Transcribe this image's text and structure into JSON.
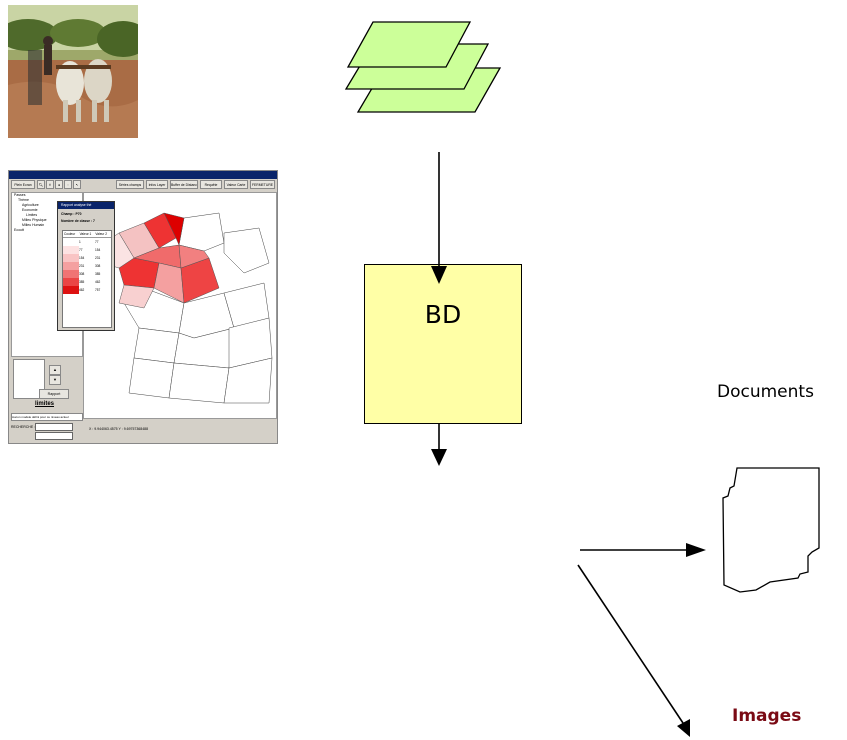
{
  "bd_label": "BD",
  "documents_label": "Documents",
  "images_label": "Images",
  "gis": {
    "toolbar_buttons": [
      "Plein Ecran",
      "Séries champs",
      "Infos Layer",
      "Buffer de Distance",
      "Requête",
      "Valeur Carte",
      "FERMETURE"
    ],
    "tree_items": [
      "Passes",
      "Thème",
      "Agriculture",
      "Economie",
      "Limites",
      "Milieu Physique",
      "Milieu Humain",
      "Ecoutt"
    ],
    "dialog_title": "Rapport analyse thé",
    "dialog_champ": "Champ : P70",
    "dialog_classes": "Nombre de classe : 7",
    "table_headers": [
      "Couleur",
      "Valeur 1",
      "Valeur 2"
    ],
    "table_rows": [
      [
        "1",
        "77"
      ],
      [
        "77",
        "154"
      ],
      [
        "154",
        "231"
      ],
      [
        "231",
        "308"
      ],
      [
        "308",
        "385"
      ],
      [
        "385",
        "462"
      ],
      [
        "462",
        "757"
      ]
    ],
    "panel_heading": "limites",
    "panel_button": "Rapport",
    "panel_note": "Aucun modèle défini pour ce niveau actuel",
    "search_label": "RECHERCHE :",
    "status_text": "X : 9.944063.4575   Y : 9.69757368488"
  },
  "colors": {
    "bd_fill": "#ffffa6",
    "layer_fill": "#ccff99",
    "images_text": "#7a0a14"
  },
  "icons": [
    "layers-icon",
    "document-icon",
    "arrow-icon"
  ]
}
